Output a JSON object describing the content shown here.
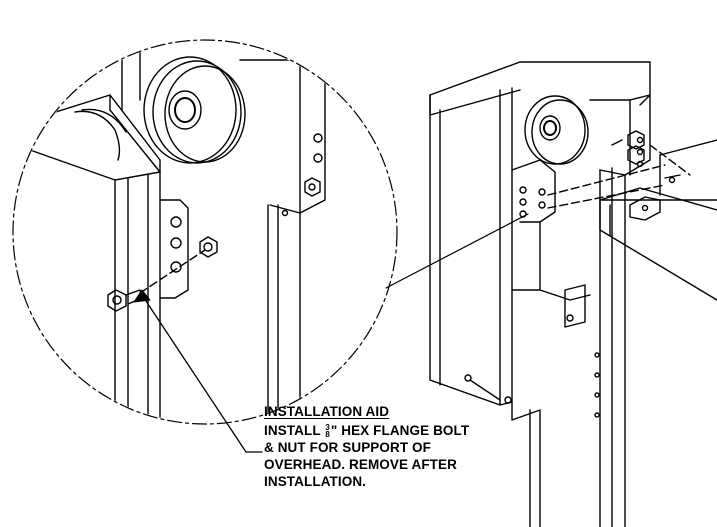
{
  "note": {
    "title": "INSTALLATION AID",
    "line1_before": "INSTALL ",
    "line1_frac_num": "3",
    "line1_frac_den": "8",
    "line1_after": "\" HEX FLANGE BOLT",
    "line2": "& NUT FOR SUPPORT OF",
    "line3": "OVERHEAD. REMOVE AFTER",
    "line4": "INSTALLATION."
  }
}
